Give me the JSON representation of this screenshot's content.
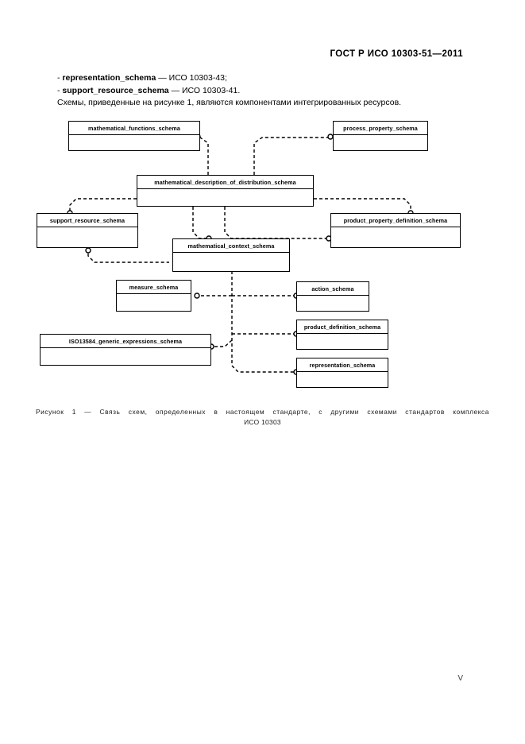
{
  "header": {
    "standard_title": "ГОСТ Р ИСО 10303-51—2011"
  },
  "intro": {
    "line1_prefix": "- ",
    "line1_schema": "representation_schema",
    "line1_suffix": " — ИСО 10303-43;",
    "line2_prefix": "- ",
    "line2_schema": "support_resource_schema",
    "line2_suffix": " — ИСО 10303-41.",
    "line3": "Схемы, приведенные на рисунке 1, являются компонентами интегрированных ресурсов."
  },
  "diagram": {
    "nodes": [
      {
        "id": "mathematical_functions_schema",
        "label": "mathematical_functions_schema"
      },
      {
        "id": "process_property_schema",
        "label": "process_property_schema"
      },
      {
        "id": "mathematical_description_of_distribution_schema",
        "label": "mathematical_description_of_distribution_schema"
      },
      {
        "id": "support_resource_schema",
        "label": "support_resource_schema"
      },
      {
        "id": "product_property_definition_schema",
        "label": "product_property_definition_schema"
      },
      {
        "id": "mathematical_context_schema",
        "label": "mathematical_context_schema"
      },
      {
        "id": "measure_schema",
        "label": "measure_schema"
      },
      {
        "id": "action_schema",
        "label": "action_schema"
      },
      {
        "id": "ISO13584_generic_expressions_schema",
        "label": "ISO13584_generic_expressions_schema"
      },
      {
        "id": "product_definition_schema",
        "label": "product_definition_schema"
      },
      {
        "id": "representation_schema",
        "label": "representation_schema"
      }
    ],
    "edges": [
      {
        "from": "mathematical_description_of_distribution_schema",
        "to": "mathematical_functions_schema"
      },
      {
        "from": "mathematical_description_of_distribution_schema",
        "to": "process_property_schema"
      },
      {
        "from": "mathematical_description_of_distribution_schema",
        "to": "support_resource_schema"
      },
      {
        "from": "mathematical_description_of_distribution_schema",
        "to": "product_property_definition_schema"
      },
      {
        "from": "mathematical_description_of_distribution_schema",
        "to": "mathematical_context_schema"
      },
      {
        "from": "support_resource_schema",
        "to": "mathematical_context_schema"
      },
      {
        "from": "mathematical_context_schema",
        "to": "product_property_definition_schema"
      },
      {
        "from": "mathematical_context_schema",
        "to": "measure_schema"
      },
      {
        "from": "mathematical_context_schema",
        "to": "action_schema"
      },
      {
        "from": "mathematical_context_schema",
        "to": "ISO13584_generic_expressions_schema"
      },
      {
        "from": "mathematical_context_schema",
        "to": "product_definition_schema"
      },
      {
        "from": "mathematical_context_schema",
        "to": "representation_schema"
      }
    ]
  },
  "caption": {
    "line1": "Рисунок 1 — Связь схем, определенных в настоящем стандарте, с другими схемами стандартов комплекса",
    "line2": "ИСО 10303"
  },
  "footer": {
    "page_number": "V"
  },
  "colors": {
    "ink": "#000000",
    "paper": "#ffffff"
  }
}
